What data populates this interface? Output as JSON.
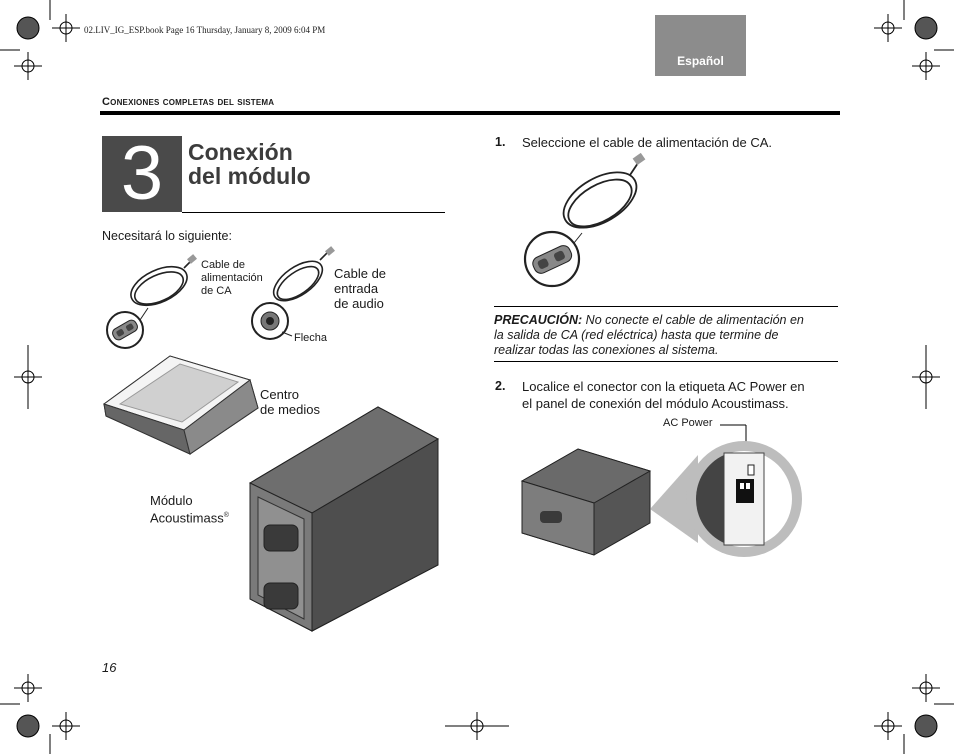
{
  "print_header": "02.LIV_IG_ESP.book  Page 16  Thursday, January 8, 2009  6:04 PM",
  "language_tab": "Español",
  "section_title": "Conexiones completas del sistema",
  "step": {
    "number": "3",
    "title_line1": "Conexión",
    "title_line2": "del módulo"
  },
  "needs_label": "Necesitará lo siguiente:",
  "items": {
    "ac_cable_l1": "Cable de",
    "ac_cable_l2": "alimentación",
    "ac_cable_l3": "de CA",
    "audio_cable_l1": "Cable de",
    "audio_cable_l2": "entrada",
    "audio_cable_l3": "de audio",
    "arrow_label": "Flecha",
    "media_center_l1": "Centro",
    "media_center_l2": "de medios",
    "module_l1": "Módulo",
    "module_l2": "Acoustimass",
    "registered": "®"
  },
  "instructions": [
    {
      "num": "1.",
      "text": "Seleccione el cable de alimentación de CA."
    },
    {
      "num": "2.",
      "text_l1": "Localice el conector con la etiqueta AC Power en",
      "text_l2": "el panel de conexión del módulo Acoustimass."
    }
  ],
  "caution": {
    "label": "PRECAUCIÓN:",
    "text_l1": " No conecte el cable de alimentación en",
    "text_l2": "la salida de CA (red eléctrica) hasta que termine de",
    "text_l3": "realizar todas las conexiones al sistema."
  },
  "ac_power_callout": "AC Power",
  "page_number": "16"
}
